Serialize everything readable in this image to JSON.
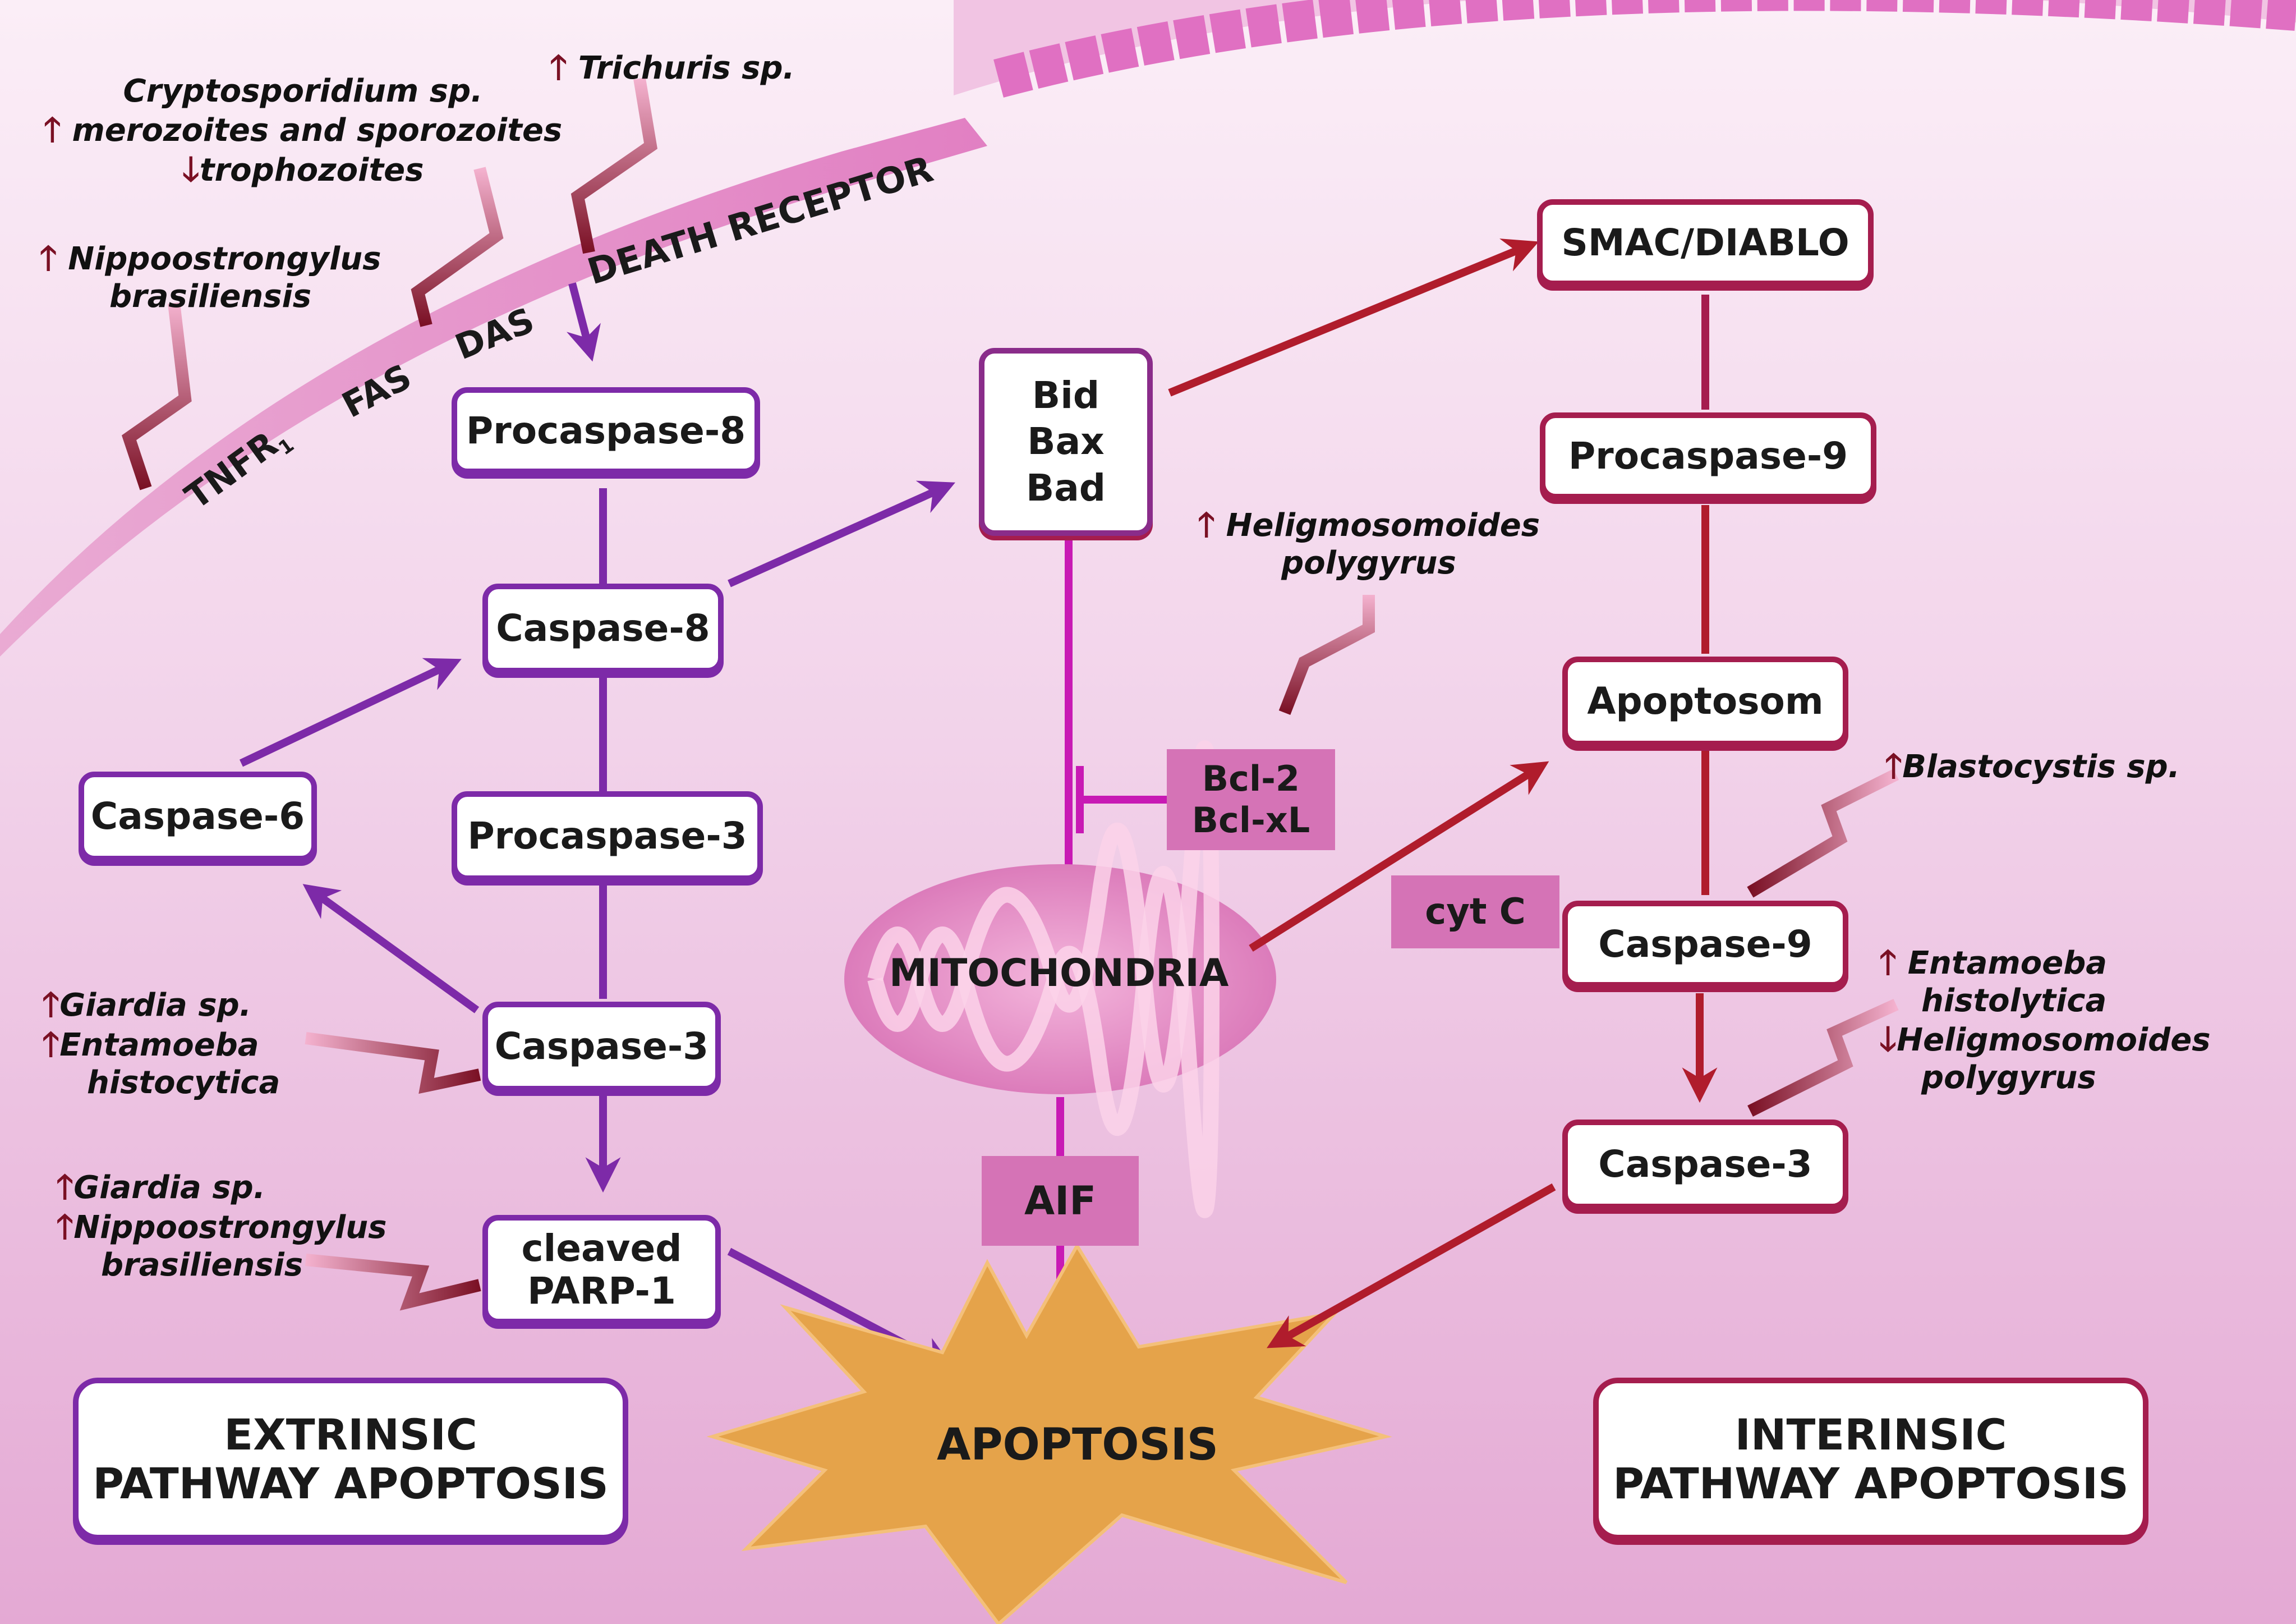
{
  "receptors": {
    "tnfr": "TNFR",
    "tnfr_sub": "1",
    "fas": "FAS",
    "das": "DAS",
    "death_receptor": "DEATH RECEPTOR"
  },
  "extrinsic": {
    "procaspase8": "Procaspase-8",
    "caspase8": "Caspase-8",
    "procaspase3": "Procaspase-3",
    "caspase6": "Caspase-6",
    "caspase3": "Caspase-3",
    "parp_line1": "cleaved",
    "parp_line2": "PARP-1",
    "title_line1": "EXTRINSIC",
    "title_line2": "PATHWAY APOPTOSIS"
  },
  "middle": {
    "bid": "Bid",
    "bax": "Bax",
    "bad": "Bad",
    "bcl2": "Bcl-2",
    "bclxl": "Bcl-xL",
    "mitochondria": "MITOCHONDRIA",
    "aif": "AIF",
    "apoptosis": "APOPTOSIS",
    "cytc": "cyt C"
  },
  "intrinsic": {
    "smac": "SMAC/DIABLO",
    "procaspase9": "Procaspase-9",
    "apoptosom": "Apoptosom",
    "caspase9": "Caspase-9",
    "caspase3": "Caspase-3",
    "title_line1": "INTERINSIC",
    "title_line2": "PATHWAY APOPTOSIS"
  },
  "parasites": {
    "crypto_l1": "Cryptosporidium sp.",
    "crypto_l2": "merozoites and sporozoites",
    "crypto_l3": "trophozoites",
    "trichuris": "Trichuris sp.",
    "nippo_top_l1": "Nippoostrongylus",
    "nippo_top_l2": "brasiliensis",
    "giardia1": "Giardia sp.",
    "entamoeba1_l1": "Entamoeba",
    "entamoeba1_l2": "histocytica",
    "giardia2": "Giardia sp.",
    "nippo_bot_l1": "Nippoostrongylus",
    "nippo_bot_l2": "brasiliensis",
    "helig_top_l1": "Heligmosomoides",
    "helig_top_l2": "polygyrus",
    "blasto": "Blastocystis sp.",
    "entamoeba2_l1": "Entamoeba",
    "entamoeba2_l2": "histolytica",
    "helig_bot_l1": "Heligmosomoides",
    "helig_bot_l2": "polygyrus"
  },
  "colors": {
    "extrinsic": "#7d2aa8",
    "intrinsic": "#a51d4e",
    "mito_link": "#c81ab4",
    "burst": "#e5a34a",
    "tag": "#d573b6",
    "arrow_up_down": "#7a1024"
  }
}
